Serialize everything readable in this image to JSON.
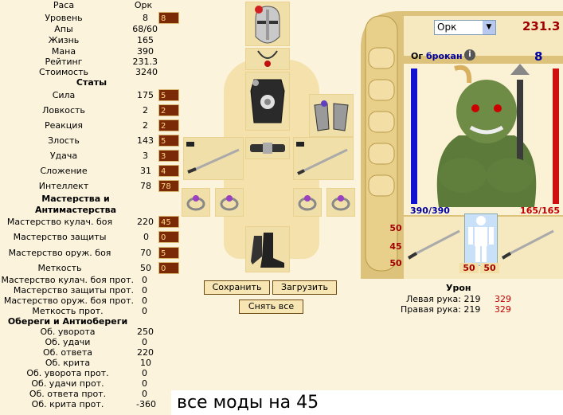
{
  "stats": {
    "race_label": "Раса",
    "race_value": "Орк",
    "level_label": "Уровень",
    "level_value": "8",
    "level_input": "8",
    "ap_label": "Апы",
    "ap_value": "68/60",
    "life_label": "Жизнь",
    "life_value": "165",
    "mana_label": "Мана",
    "mana_value": "390",
    "rating_label": "Рейтинг",
    "rating_value": "231.3",
    "cost_label": "Стоимость",
    "cost_value": "3240",
    "section_stats": "Статы",
    "strength_label": "Сила",
    "strength_value": "175",
    "strength_input": "5",
    "agility_label": "Ловкость",
    "agility_value": "2",
    "agility_input": "2",
    "reaction_label": "Реакция",
    "reaction_value": "2",
    "reaction_input": "2",
    "anger_label": "Злость",
    "anger_value": "143",
    "anger_input": "5",
    "luck_label": "Удача",
    "luck_value": "3",
    "luck_input": "3",
    "build_label": "Сложение",
    "build_value": "31",
    "build_input": "4",
    "intellect_label": "Интеллект",
    "intellect_value": "78",
    "intellect_input": "78",
    "section_mastery": "Мастерства и Антимастерства",
    "fist_label": "Мастерство кулач. боя",
    "fist_value": "220",
    "fist_input": "45",
    "defense_label": "Мастерство защиты",
    "defense_value": "0",
    "defense_input": "0",
    "weapon_label": "Мастерство оруж. боя",
    "weapon_value": "70",
    "weapon_input": "5",
    "accuracy_label": "Меткость",
    "accuracy_value": "50",
    "accuracy_input": "0",
    "fist_prot_label": "Мастерство кулач. боя прот.",
    "fist_prot_value": "0",
    "defense_prot_label": "Мастерство защиты прот.",
    "defense_prot_value": "0",
    "weapon_prot_label": "Мастерство оруж. боя прот.",
    "weapon_prot_value": "0",
    "accuracy_prot_label": "Меткость прот.",
    "accuracy_prot_value": "0",
    "section_amulets": "Обереги и Антиобереги",
    "dodge_label": "Об. уворота",
    "dodge_value": "250",
    "luckob_label": "Об. удачи",
    "luckob_value": "0",
    "counter_label": "Об. ответа",
    "counter_value": "220",
    "crit_label": "Об. крита",
    "crit_value": "10",
    "dodge_prot_label": "Об. уворота прот.",
    "dodge_prot_value": "0",
    "luckob_prot_label": "Об. удачи прот.",
    "luckob_prot_value": "0",
    "counter_prot_label": "Об. ответа прот.",
    "counter_prot_value": "0",
    "crit_prot_label": "Об. крита прот.",
    "crit_prot_value": "-360"
  },
  "buttons": {
    "save": "Сохранить",
    "load": "Загрузить",
    "remove_all": "Снять все"
  },
  "panel": {
    "race_select": "Орк",
    "rating": "231.3",
    "name_prefix": "Ог",
    "name": "брокан",
    "info_icon_letter": "i",
    "level": "8",
    "mana": "390/390",
    "hp": "165/165",
    "mana_fraction": 1.0,
    "hp_fraction": 1.0,
    "side_values": [
      "50",
      "45",
      "50"
    ],
    "bottom_values": [
      "50",
      "50"
    ]
  },
  "damage": {
    "title": "Урон",
    "left_label": "Левая рука:",
    "left_min": "219",
    "left_max": "329",
    "right_label": "Правая рука:",
    "right_min": "219",
    "right_max": "329"
  },
  "note": "все моды на 45",
  "colors": {
    "input_bg": "#7a2a06",
    "input_text": "#ffd68a",
    "rating_red": "#a00000",
    "hp_red": "#c00000",
    "mana_blue": "#0000b0"
  }
}
